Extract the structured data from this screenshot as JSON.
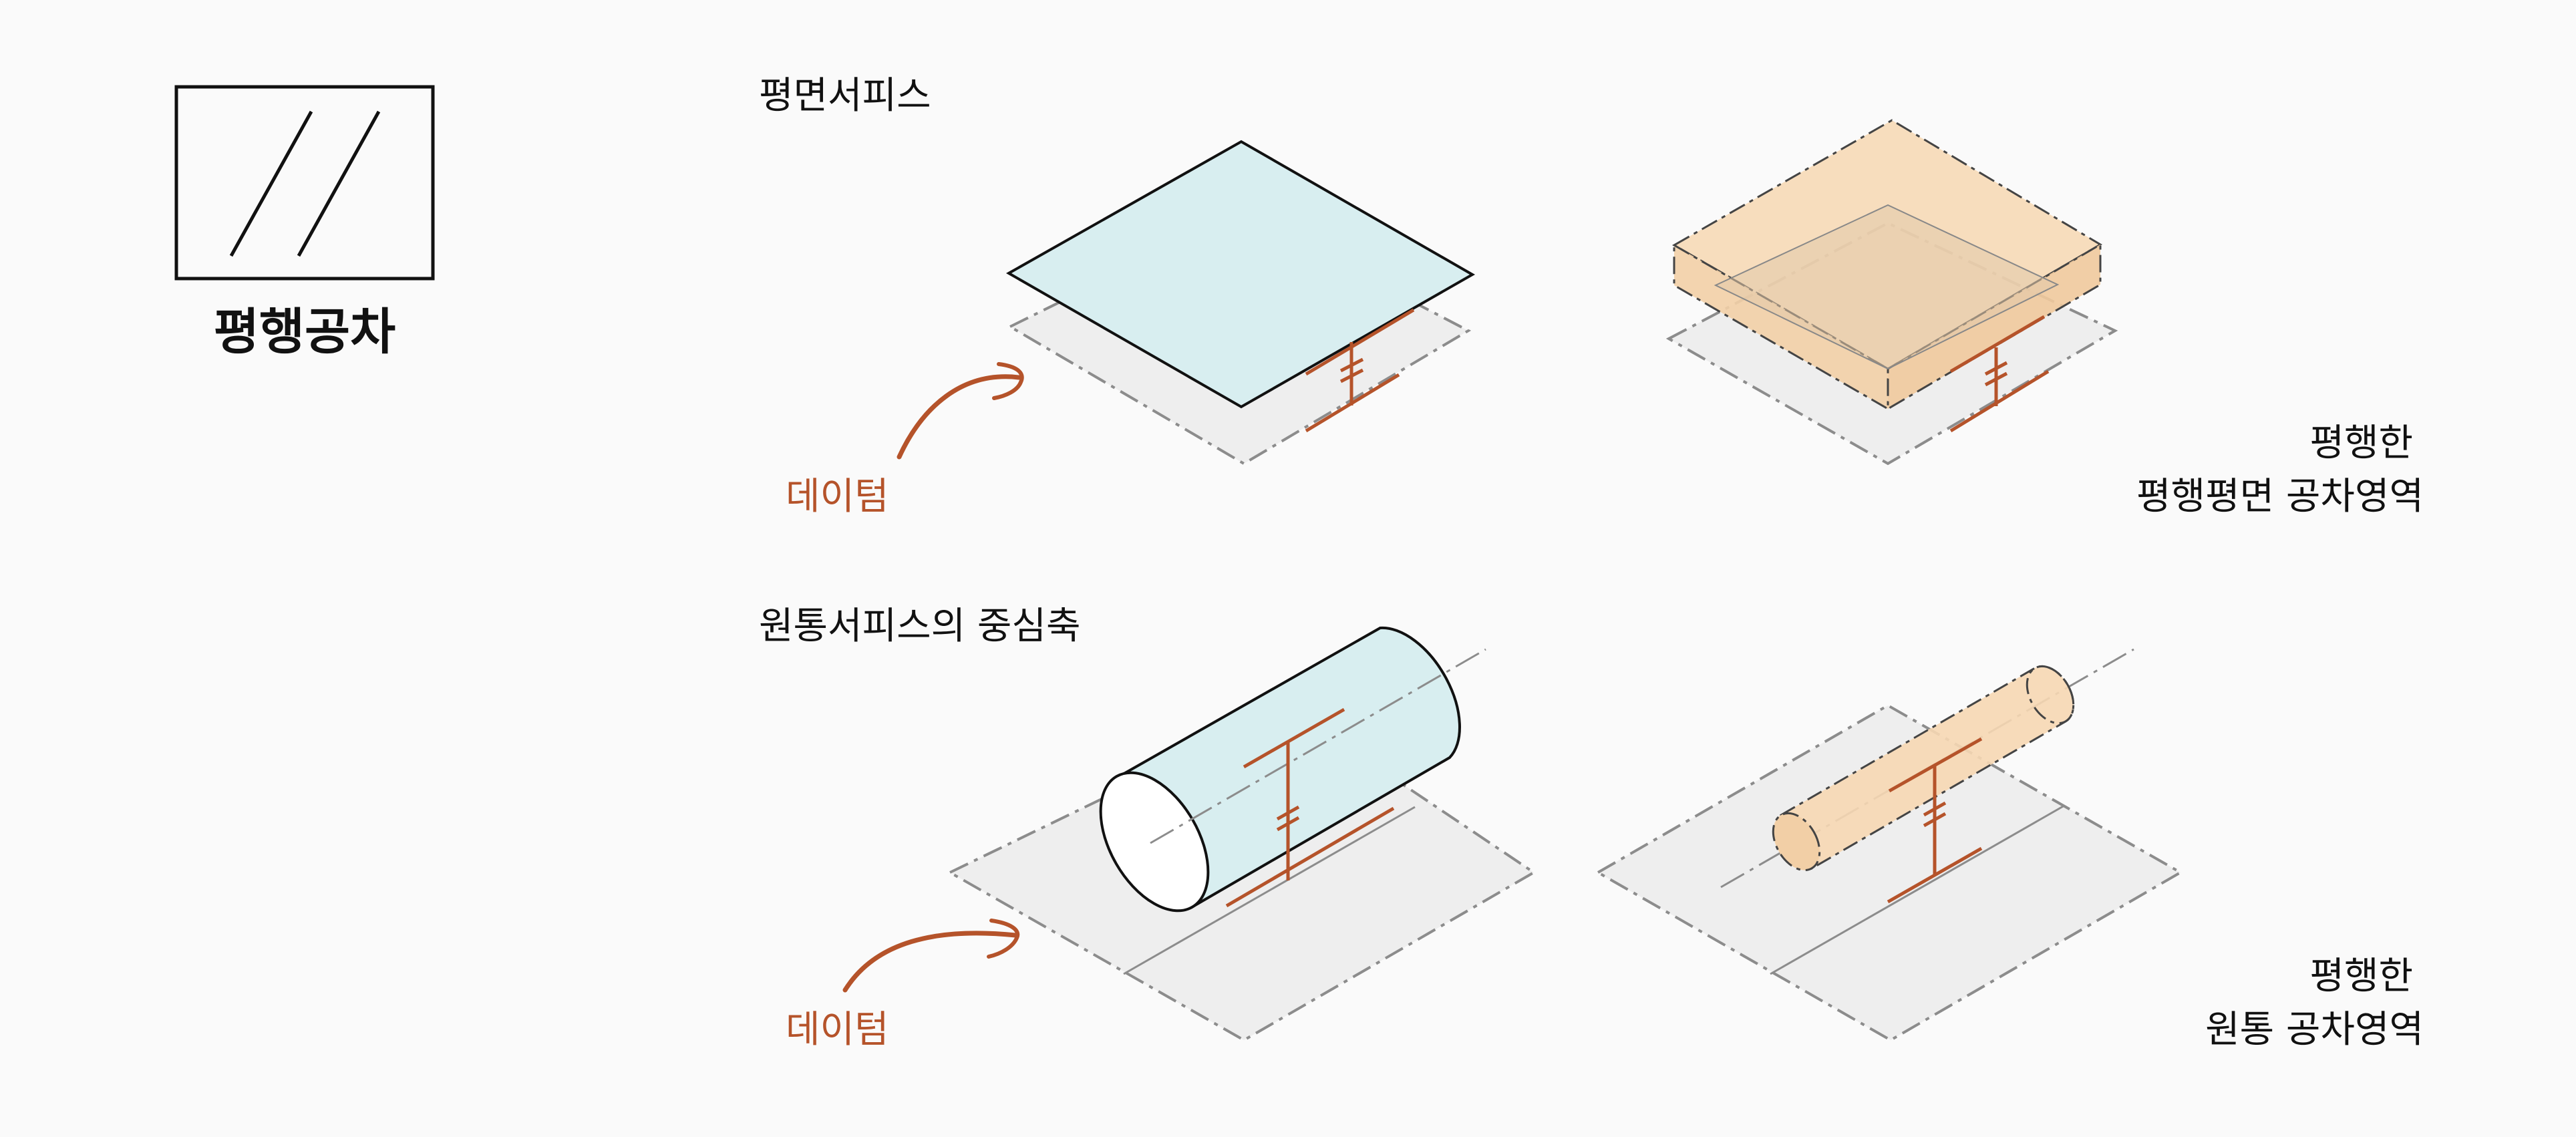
{
  "symbol": {
    "name": "평행공차",
    "icon": "parallelism-symbol-icon"
  },
  "sections": [
    {
      "title": "평면서피스",
      "datum_label": "데이텀",
      "zone_label_line1": "평행한",
      "zone_label_line2": "평행평면 공차영역"
    },
    {
      "title": "원통서피스의 중심축",
      "datum_label": "데이텀",
      "zone_label_line1": "평행한",
      "zone_label_line2": "원통 공차영역"
    }
  ],
  "colors": {
    "background": "#fafafa",
    "datum_plane_fill": "#eeeeee",
    "datum_plane_stroke": "#8c8c8c",
    "surface_fill": "#d8eef0",
    "zone_fill": "#f6d7b2",
    "accent": "#b5532a",
    "outline": "#111111"
  }
}
